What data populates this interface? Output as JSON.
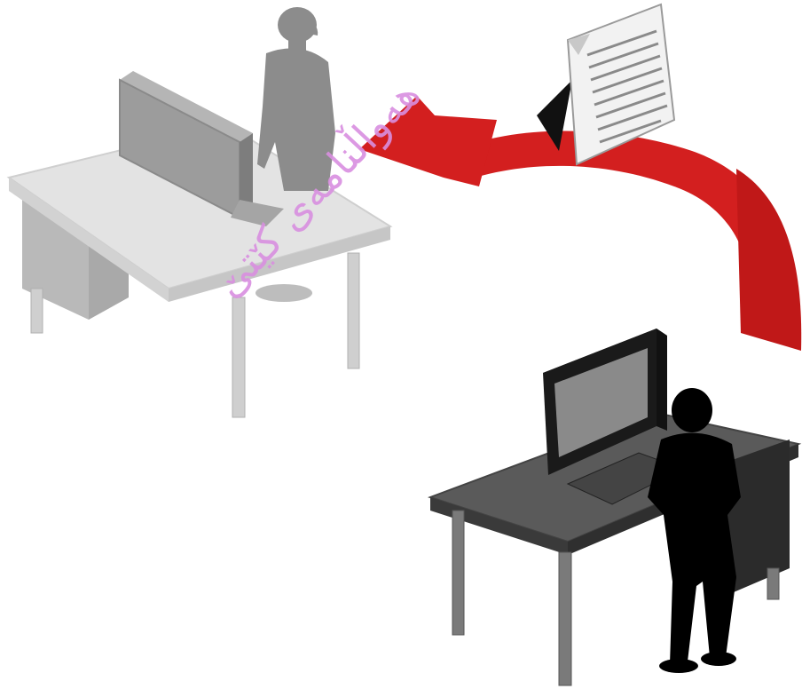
{
  "scene": {
    "description_none": "",
    "colors": {
      "arrow": "#d31f1f",
      "left_desk_top": "#e3e3e3",
      "left_desk_side": "#b9b9b9",
      "left_person": "#8c8c8c",
      "left_monitor": "#9c9c9c",
      "right_desk_top": "#5a5a5a",
      "right_desk_side": "#2b2b2b",
      "right_person": "#000000",
      "right_monitor": "#1a1a1a",
      "document": "#f2f2f2",
      "watermark": "#d98fe0"
    },
    "icons": [
      "desk-left",
      "person-standing-left",
      "monitor-left",
      "curved-arrow",
      "document-icon",
      "desk-right",
      "monitor-right",
      "person-standing-right"
    ]
  },
  "watermark": {
    "text": "هەواڵنامەی کێتێ"
  }
}
